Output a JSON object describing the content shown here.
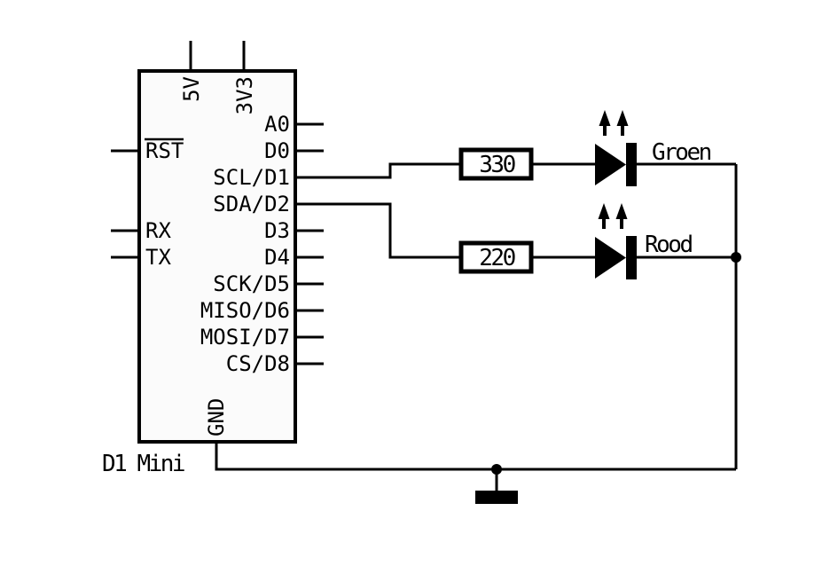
{
  "schematic": {
    "title": "D1 Mini",
    "chip": {
      "top_pins": [
        "5V",
        "3V3"
      ],
      "left_pins": [
        "RST",
        "RX",
        "TX"
      ],
      "right_pins": [
        "A0",
        "D0",
        "SCL/D1",
        "SDA/D2",
        "D3",
        "D4",
        "SCK/D5",
        "MISO/D6",
        "MOSI/D7",
        "CS/D8"
      ],
      "bottom_pins": [
        "GND"
      ]
    },
    "resistors": [
      {
        "value": "330"
      },
      {
        "value": "220"
      }
    ],
    "leds": [
      {
        "label": "Groen"
      },
      {
        "label": "Rood"
      }
    ],
    "colors": {
      "line": "#000000",
      "chip_fill": "#fbfbfb",
      "background": "#ffffff"
    }
  }
}
